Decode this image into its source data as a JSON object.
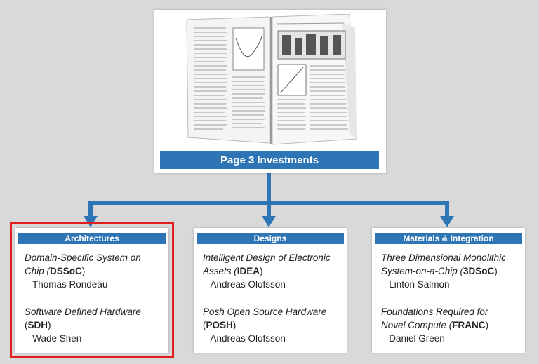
{
  "top": {
    "title": "Page 3 Investments"
  },
  "columns": [
    {
      "header": "Architectures",
      "items": [
        {
          "name_a": "Domain-Specific System on",
          "name_b": "Chip (",
          "acronym": "DSSoC",
          "close": ")",
          "person": " – Thomas Rondeau"
        },
        {
          "name_a": "Software Defined Hardware",
          "name_b": "(",
          "acronym": "SDH",
          "close": ")",
          "person": "– Wade Shen"
        }
      ]
    },
    {
      "header": "Designs",
      "items": [
        {
          "name_a": "Intelligent Design of Electronic",
          "name_b": "Assets (",
          "acronym": "IDEA",
          "close": ")",
          "person": "– Andreas Olofsson"
        },
        {
          "name_a": "Posh Open Source Hardware",
          "name_b": "(",
          "acronym": "POSH",
          "close": ")",
          "person": "– Andreas Olofsson"
        }
      ]
    },
    {
      "header": "Materials & Integration",
      "items": [
        {
          "name_a": "Three Dimensional Monolithic",
          "name_b": "System-on-a-Chip (",
          "acronym": "3DSoC",
          "close": ")",
          "person": "– Linton Salmon"
        },
        {
          "name_a": "Foundations Required for",
          "name_b": "Novel Compute (",
          "acronym": "FRANC",
          "close": ")",
          "person": "– Daniel Green"
        }
      ]
    }
  ],
  "colors": {
    "accent": "#2e75b6",
    "highlight": "#e02020",
    "background": "#d9d9d9"
  },
  "icons": {
    "book_image": "open-book-image"
  }
}
